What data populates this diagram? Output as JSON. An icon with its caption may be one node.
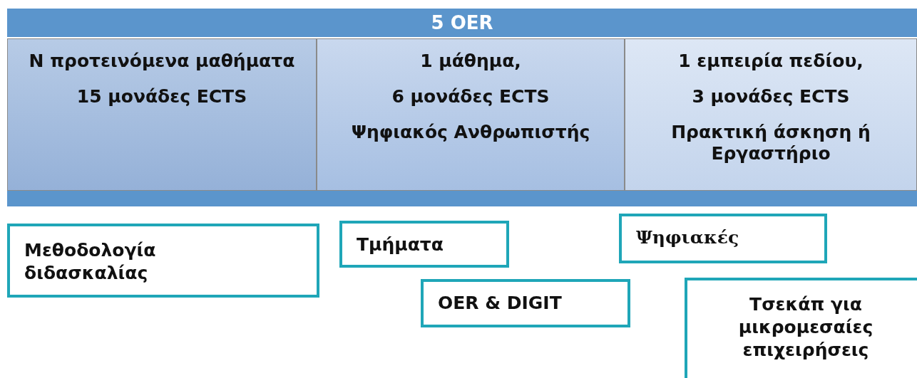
{
  "diagram": {
    "nodes": [
      {
        "text": [
          "5 OER"
        ]
      },
      {
        "text": [
          "Ν προτεινόμενα μαθήματα",
          "15 μονάδες ECTS"
        ]
      },
      {
        "text": [
          "1 μάθημα,",
          "6 μονάδες ECTS",
          "Ψηφιακός Ανθρωπιστής"
        ]
      },
      {
        "text": [
          "1 εμπειρία πεδίου,",
          "3 μονάδες ECTS",
          "Πρακτική άσκηση ή Εργαστήριο"
        ]
      },
      {
        "text": [],
        "shape": "bar"
      },
      {
        "text": [
          "Μεθοδολογία διδασκαλίας"
        ]
      },
      {
        "text": [
          "Τμήματα"
        ]
      },
      {
        "text": [
          "Ψηφιακές"
        ]
      },
      {
        "text": [
          "OER & DIGIT"
        ]
      },
      {
        "text": [
          "Τσεκάπ για μικρομεσαίες επιχειρήσεις"
        ]
      }
    ]
  }
}
